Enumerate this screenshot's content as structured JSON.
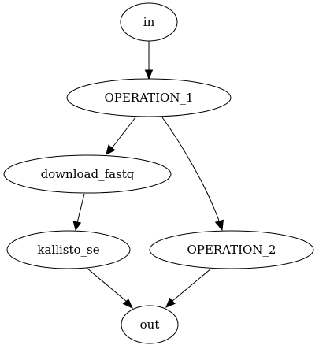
{
  "graph": {
    "nodes": [
      {
        "id": "in",
        "label": "in"
      },
      {
        "id": "op1",
        "label": "OPERATION_1"
      },
      {
        "id": "download",
        "label": "download_fastq"
      },
      {
        "id": "kallisto",
        "label": "kallisto_se"
      },
      {
        "id": "op2",
        "label": "OPERATION_2"
      },
      {
        "id": "out",
        "label": "out"
      }
    ],
    "edges": [
      {
        "from": "in",
        "to": "op1"
      },
      {
        "from": "op1",
        "to": "download"
      },
      {
        "from": "op1",
        "to": "op2"
      },
      {
        "from": "download",
        "to": "kallisto"
      },
      {
        "from": "kallisto",
        "to": "out"
      },
      {
        "from": "op2",
        "to": "out"
      }
    ]
  }
}
